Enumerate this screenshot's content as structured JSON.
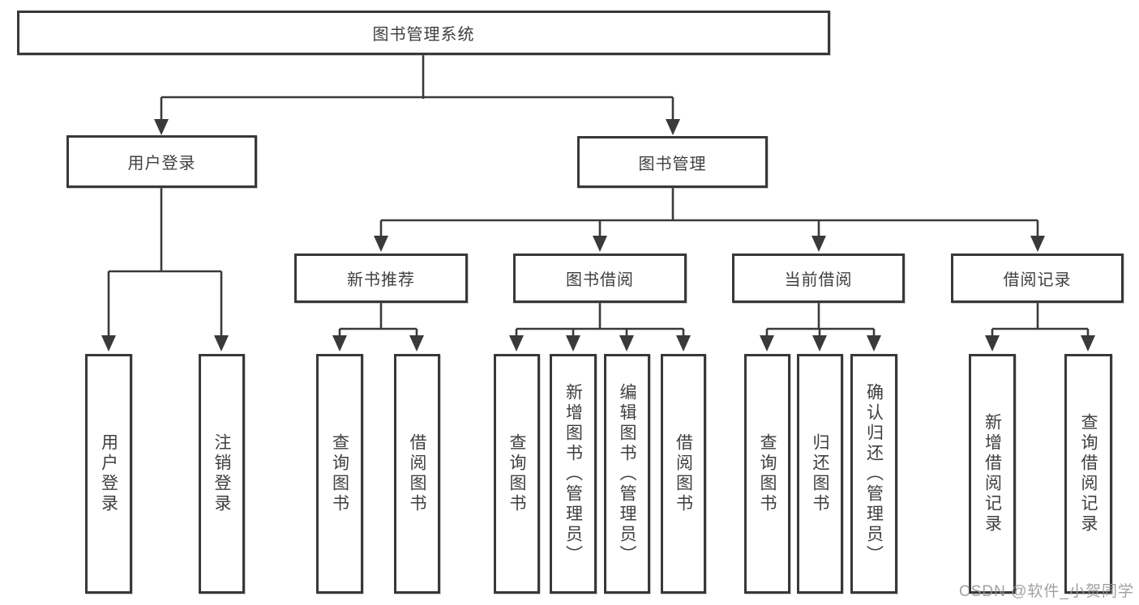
{
  "diagram": {
    "root": {
      "label": "图书管理系统"
    },
    "level2": [
      {
        "label": "用户登录"
      },
      {
        "label": "图书管理"
      }
    ],
    "level3": [
      {
        "label": "新书推荐",
        "parent": "图书管理"
      },
      {
        "label": "图书借阅",
        "parent": "图书管理"
      },
      {
        "label": "当前借阅",
        "parent": "图书管理"
      },
      {
        "label": "借阅记录",
        "parent": "图书管理"
      }
    ],
    "leaves": [
      {
        "label": "用户登录",
        "parent": "用户登录"
      },
      {
        "label": "注销登录",
        "parent": "用户登录"
      },
      {
        "label": "查询图书",
        "parent": "新书推荐"
      },
      {
        "label": "借阅图书",
        "parent": "新书推荐"
      },
      {
        "label": "查询图书",
        "parent": "图书借阅"
      },
      {
        "label": "新增图书（管理员）",
        "parent": "图书借阅"
      },
      {
        "label": "编辑图书（管理员）",
        "parent": "图书借阅"
      },
      {
        "label": "借阅图书",
        "parent": "图书借阅"
      },
      {
        "label": "查询图书",
        "parent": "当前借阅"
      },
      {
        "label": "归还图书",
        "parent": "当前借阅"
      },
      {
        "label": "确认归还（管理员）",
        "parent": "当前借阅"
      },
      {
        "label": "新增借阅记录",
        "parent": "借阅记录"
      },
      {
        "label": "查询借阅记录",
        "parent": "借阅记录"
      }
    ]
  },
  "watermark": "CSDN @软件_小贺同学",
  "colors": {
    "line": "#3a3a3a",
    "box_border": "#383838",
    "box_fill": "#ffffff",
    "text": "#3f3f3f",
    "watermark": "#969696"
  }
}
